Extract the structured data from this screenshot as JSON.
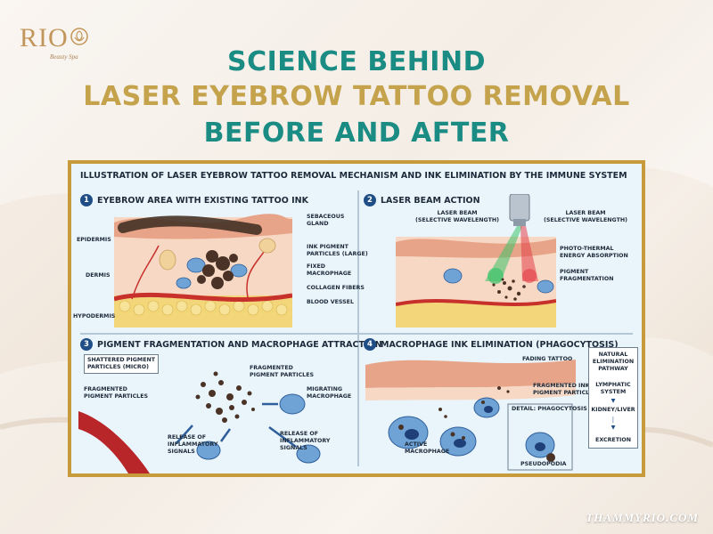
{
  "brand": {
    "logo_text": "RIO",
    "logo_tagline": "Beauty Spa",
    "watermark": "THAMMYRIO.COM"
  },
  "headline": {
    "line1": "SCIENCE BEHIND",
    "line2": "LASER EYEBROW TATTOO REMOVAL",
    "line3": "BEFORE AND AFTER"
  },
  "colors": {
    "teal": "#1a8c84",
    "gold": "#c4a34c",
    "frame": "#c79a3b",
    "panel_bg": "#eaf5fb",
    "badge": "#1f4e86"
  },
  "diagram": {
    "title": "ILLUSTRATION OF LASER EYEBROW TATTOO REMOVAL MECHANISM AND INK ELIMINATION BY THE IMMUNE SYSTEM",
    "sections": [
      {
        "number": "1",
        "title": "EYEBROW AREA WITH EXISTING TATTOO INK",
        "layers": [
          "EPIDERMIS",
          "DERMIS",
          "HYPODERMIS"
        ],
        "labels": [
          "SEBACEOUS\nGLAND",
          "INK PIGMENT\nPARTICLES (LARGE)",
          "FIXED\nMACROPHAGE",
          "COLLAGEN FIBERS",
          "BLOOD VESSEL"
        ]
      },
      {
        "number": "2",
        "title": "LASER BEAM ACTION",
        "labels": [
          "LASER BEAM\n(SELECTIVE WAVELENGTH)",
          "LASER BEAM\n(SELECTIVE WAVELENGTH)",
          "PHOTO-THERMAL\nENERGY ABSORPTION",
          "PIGMENT\nFRAGMENTATION"
        ]
      },
      {
        "number": "3",
        "title": "PIGMENT FRAGMENTATION AND MACROPHAGE ATTRACTION",
        "labels": [
          "SHATTERED PIGMENT\nPARTICLES (MICRO)",
          "FRAGMENTED\nPIGMENT PARTICLES",
          "FRAGMENTED\nPIGMENT PARTICLES",
          "MIGRATING\nMACROPHAGE",
          "RELEASE OF\nINFLAMMATORY\nSIGNALS",
          "RELEASE OF\nINFLAMMATORY\nSIGNALS"
        ]
      },
      {
        "number": "4",
        "title": "MACROPHAGE INK ELIMINATION (PHAGOCYTOSIS)",
        "labels": [
          "FADING TATTOO",
          "FRAGMENTED INK\nPIGMENT PARTICLES",
          "ACTIVE\nMACROPHAGE",
          "DETAIL: PHAGOCYTOSIS",
          "PSEUDOPODIA"
        ],
        "pathway": [
          "NATURAL\nELIMINATION\nPATHWAY",
          "LYMPHATIC\nSYSTEM",
          "KIDNEY/LIVER",
          "EXCRETION"
        ]
      }
    ]
  }
}
